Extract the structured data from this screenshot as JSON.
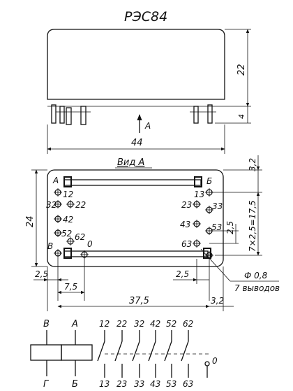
{
  "title": "РЭС84",
  "side_view": {
    "dims": {
      "width": "44",
      "height": "22",
      "pin_len": "4"
    },
    "view_arrow": "A"
  },
  "view_a": {
    "title": "Вид А",
    "dims": {
      "height": "24",
      "top_margin": "3,2",
      "pitch_total": "7×2,5=17,5",
      "pitch": "2,5",
      "left_offset": "2,5",
      "left_col": "7,5",
      "right_offset": "2,5",
      "span": "37,5",
      "bottom": "3,2",
      "hole_dia": "Ф 0,8",
      "pin_count": "7 выводов"
    },
    "pin_labels_left": [
      "А",
      "12",
      "32",
      "22",
      "42",
      "52",
      "62",
      "В",
      "0"
    ],
    "pin_labels_right": [
      "Б",
      "13",
      "23",
      "33",
      "43",
      "53",
      "63"
    ]
  },
  "schematic": {
    "coil_labels_top": [
      "В",
      "А"
    ],
    "coil_labels_bottom": [
      "Г",
      "Б"
    ],
    "contact_top": [
      "12",
      "22",
      "32",
      "42",
      "52",
      "62"
    ],
    "contact_bottom": [
      "13",
      "23",
      "33",
      "43",
      "53",
      "63"
    ],
    "common": "0"
  }
}
